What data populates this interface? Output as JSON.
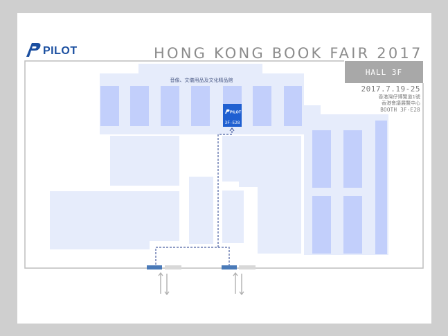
{
  "brand": {
    "name": "PILOT",
    "color": "#1b4fa0"
  },
  "title": "HONG KONG BOOK FAIR 2017",
  "hall": "HALL 3F",
  "event": {
    "dates": "2017.7.19-25",
    "venue_line1": "香港灣仔博覽道1號",
    "venue_line2": "香港會議展覽中心",
    "booth_line": "BOOTH 3F-E28"
  },
  "map": {
    "area_label": "音像、文儀用品及文化精品館",
    "booth_code": "3F-E28",
    "booth_brand": "PILOT",
    "colors": {
      "hall_zone": "#e6ecfb",
      "booth_block": "#c2cffb",
      "highlight_booth": "#1f5fd1",
      "route": "#4a5fa0",
      "entrance_active": "#4a7ab8",
      "entrance_inactive": "#d8d8d8",
      "arrow": "#b0b0b0",
      "outline": "#bdbdbd"
    },
    "icons": [
      "pilot-logo-icon",
      "up-arrow-icon",
      "down-arrow-icon",
      "route-arrow-icon"
    ]
  }
}
